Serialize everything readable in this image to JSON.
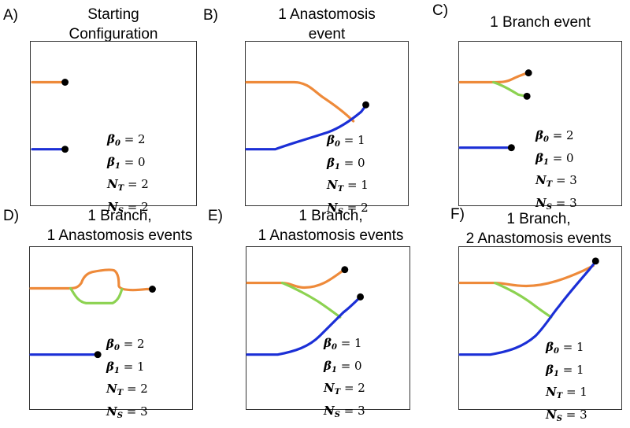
{
  "symbols": {
    "b0": "β",
    "b0sub": "0",
    "b1": "β",
    "b1sub": "1",
    "nt": "N",
    "ntsub": "T",
    "ns": "N",
    "nssub": "S"
  },
  "panels": [
    {
      "letter": "A)",
      "title": [
        "Starting",
        "Configuration"
      ],
      "values": [
        "= 2",
        "= 0",
        "= 2",
        "= 2"
      ]
    },
    {
      "letter": "B)",
      "title": [
        "1 Anastomosis",
        "event"
      ],
      "values": [
        "= 1",
        "= 0",
        "= 1",
        "= 2"
      ]
    },
    {
      "letter": "C)",
      "title": [
        "1 Branch event"
      ],
      "values": [
        "= 2",
        "= 0",
        "= 3",
        "= 3"
      ]
    },
    {
      "letter": "D)",
      "title": [
        "1 Branch,",
        "1 Anastomosis events"
      ],
      "values": [
        "= 2",
        "= 1",
        "= 2",
        "= 3"
      ]
    },
    {
      "letter": "E)",
      "title": [
        "1 Branch,",
        "1 Anastomosis events"
      ],
      "values": [
        "= 1",
        "= 0",
        "= 2",
        "= 3"
      ]
    },
    {
      "letter": "F)",
      "title": [
        "1 Branch,",
        "2 Anastomosis events"
      ],
      "values": [
        "= 1",
        "= 1",
        "= 1",
        "= 3"
      ]
    }
  ],
  "colors": {
    "orange": "#ee8a3a",
    "blue": "#1b2fd6",
    "green": "#8cd251",
    "tip": "#000000"
  }
}
